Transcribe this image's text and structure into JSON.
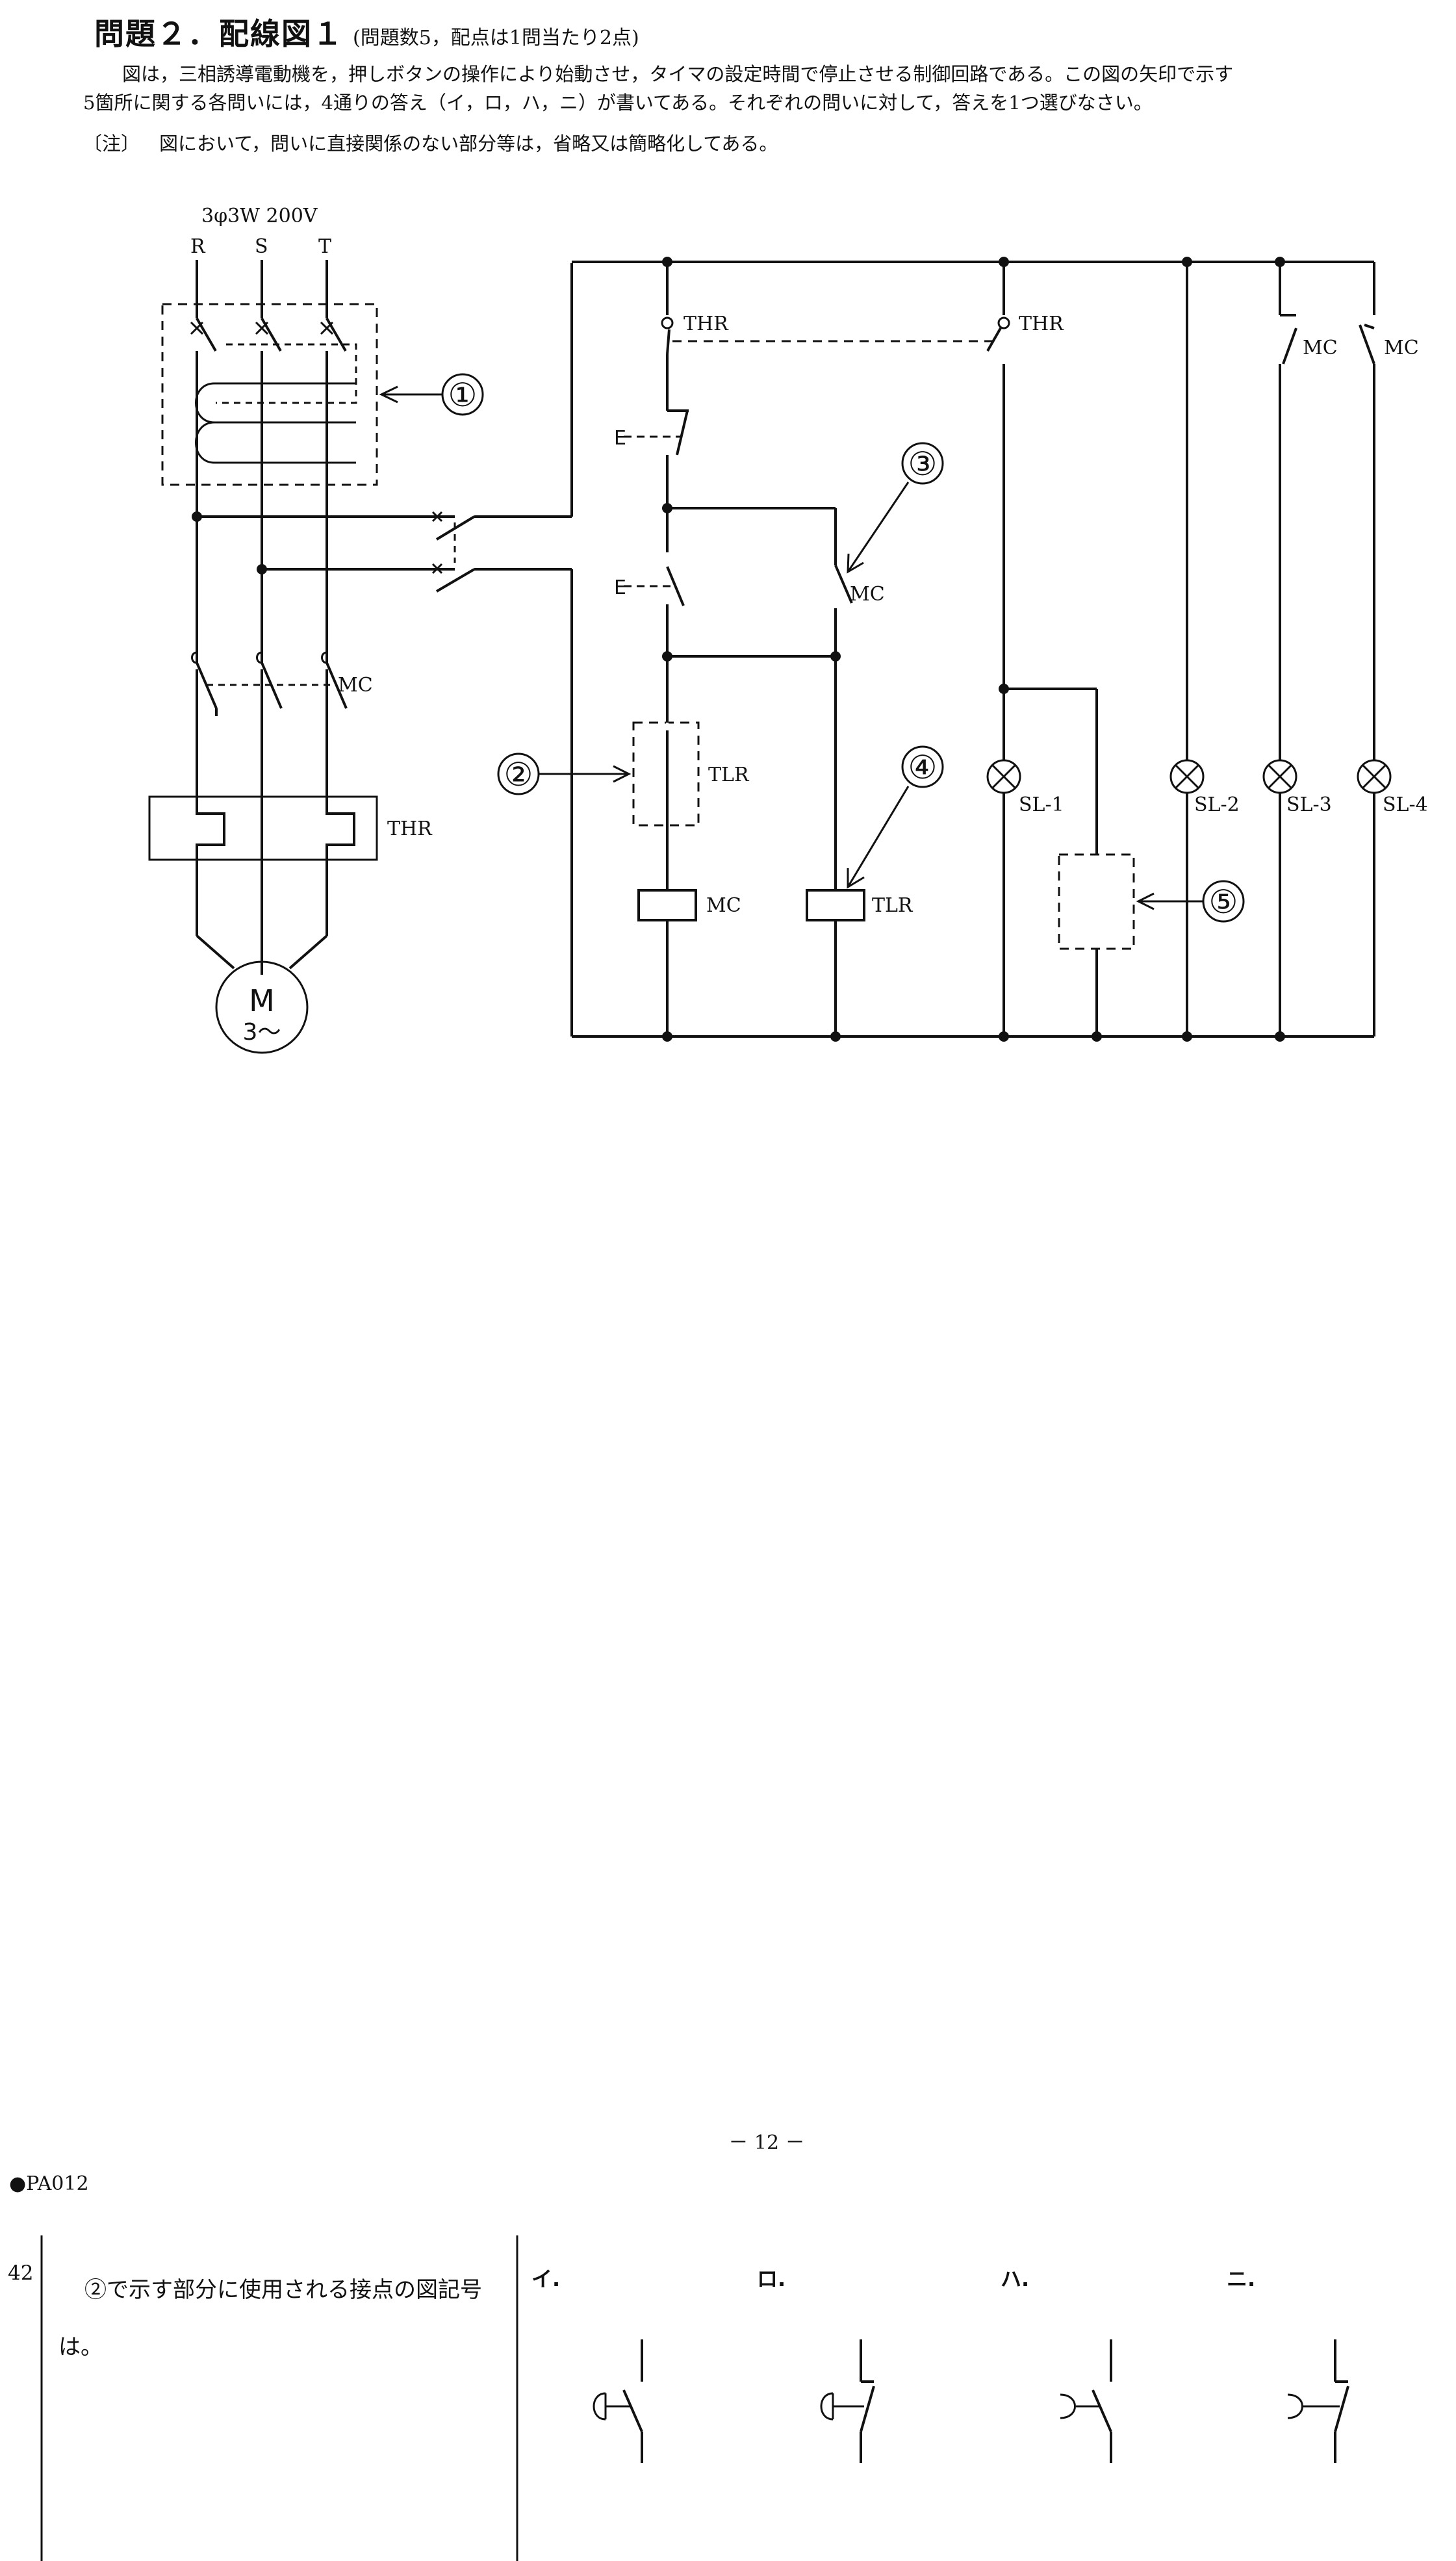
{
  "header": {
    "title": "問題２．配線図１",
    "subtitle": "(問題数5，配点は1問当たり2点)"
  },
  "intro": {
    "line1": "図は，三相誘導電動機を，押しボタンの操作により始動させ，タイマの設定時間で停止させる制御回路である。この図の矢印で示す",
    "line2": "5箇所に関する各問いには，4通りの答え（イ，ロ，ハ，ニ）が書いてある。それぞれの問いに対して，答えを1つ選びなさい。"
  },
  "note": {
    "label": "〔注〕",
    "text": "図において，問いに直接関係のない部分等は，省略又は簡略化してある。"
  },
  "diagram": {
    "supply": "3φ3W 200V",
    "phases": [
      "R",
      "S",
      "T"
    ],
    "motor_symbol": "M",
    "motor_phase": "3～",
    "labels": {
      "thr": "THR",
      "mc": "MC",
      "tlr": "TLR",
      "e": "E",
      "sl1": "SL-1",
      "sl2": "SL-2",
      "sl3": "SL-3",
      "sl4": "SL-4"
    },
    "markers": [
      "①",
      "②",
      "③",
      "④",
      "⑤"
    ]
  },
  "footer": {
    "page_number": "－ 12 －",
    "code": "●PA012"
  },
  "question": {
    "number": "42",
    "text": "②で示す部分に使用される接点の図記号は。",
    "options": [
      "イ.",
      "ロ.",
      "ハ.",
      "ニ."
    ]
  }
}
